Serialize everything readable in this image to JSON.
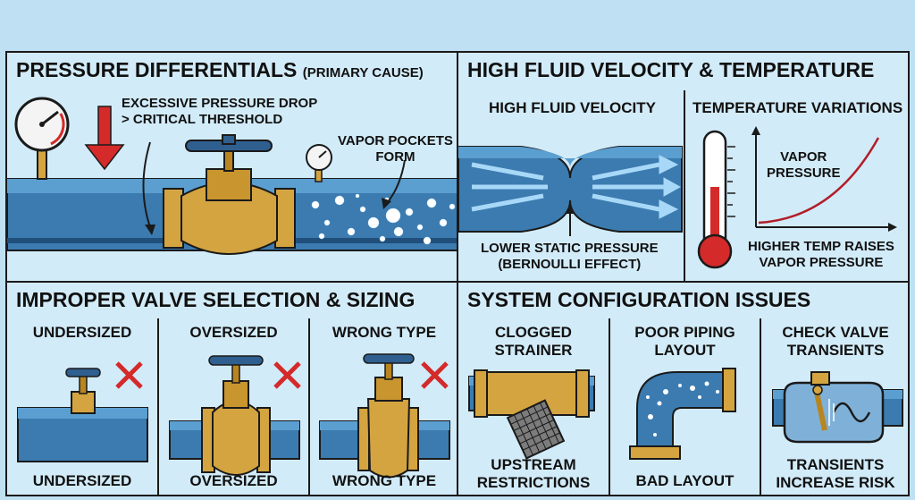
{
  "panels": {
    "pressure": {
      "title": "PRESSURE DIFFERENTIALS",
      "title_note": "(PRIMARY CAUSE)",
      "drop_label_1": "EXCESSIVE PRESSURE DROP",
      "drop_label_2": "> CRITICAL THRESHOLD",
      "vapor_label_1": "VAPOR POCKETS",
      "vapor_label_2": "FORM"
    },
    "velocity": {
      "title": "HIGH FLUID VELOCITY & TEMPERATURE",
      "velocity_heading": "HIGH FLUID VELOCITY",
      "temperature_heading": "TEMPERATURE VARIATIONS",
      "static_label_1": "LOWER STATIC PRESSURE",
      "static_label_2": "(BERNOULLI EFFECT)",
      "curve_label_1": "VAPOR",
      "curve_label_2": "PRESSURE",
      "temp_label_1": "HIGHER TEMP RAISES",
      "temp_label_2": "VAPOR PRESSURE"
    },
    "valve": {
      "title": "IMPROPER VALVE SELECTION & SIZING",
      "items": [
        {
          "top": "UNDERSIZED",
          "bottom": "UNDERSIZED"
        },
        {
          "top": "OVERSIZED",
          "bottom": "OVERSIZED"
        },
        {
          "top": "WRONG TYPE",
          "bottom": "WRONG TYPE"
        }
      ]
    },
    "system": {
      "title": "SYSTEM CONFIGURATION ISSUES",
      "items": [
        {
          "top_1": "CLOGGED",
          "top_2": "STRAINER",
          "bottom_1": "UPSTREAM",
          "bottom_2": "RESTRICTIONS"
        },
        {
          "top_1": "POOR PIPING",
          "top_2": "LAYOUT",
          "bottom_1": "BAD LAYOUT",
          "bottom_2": ""
        },
        {
          "top_1": "CHECK VALVE",
          "top_2": "TRANSIENTS",
          "bottom_1": "TRANSIENTS",
          "bottom_2": "INCREASE RISK"
        }
      ]
    }
  },
  "colors": {
    "background": "#bfe0f2",
    "panel": "#d2ebf8",
    "pipe": "#3b7bb0",
    "pipe_dark": "#1f4f7a",
    "brass": "#d4a441",
    "brass_dark": "#8a6320",
    "warning_red": "#d42a2a",
    "handle_blue": "#2f5f8f"
  },
  "icons": [
    "pressure-gauge-icon",
    "down-arrow-icon",
    "gate-valve-icon",
    "thermometer-icon",
    "x-mark-icon",
    "strainer-icon",
    "elbow-pipe-icon",
    "check-valve-icon"
  ]
}
